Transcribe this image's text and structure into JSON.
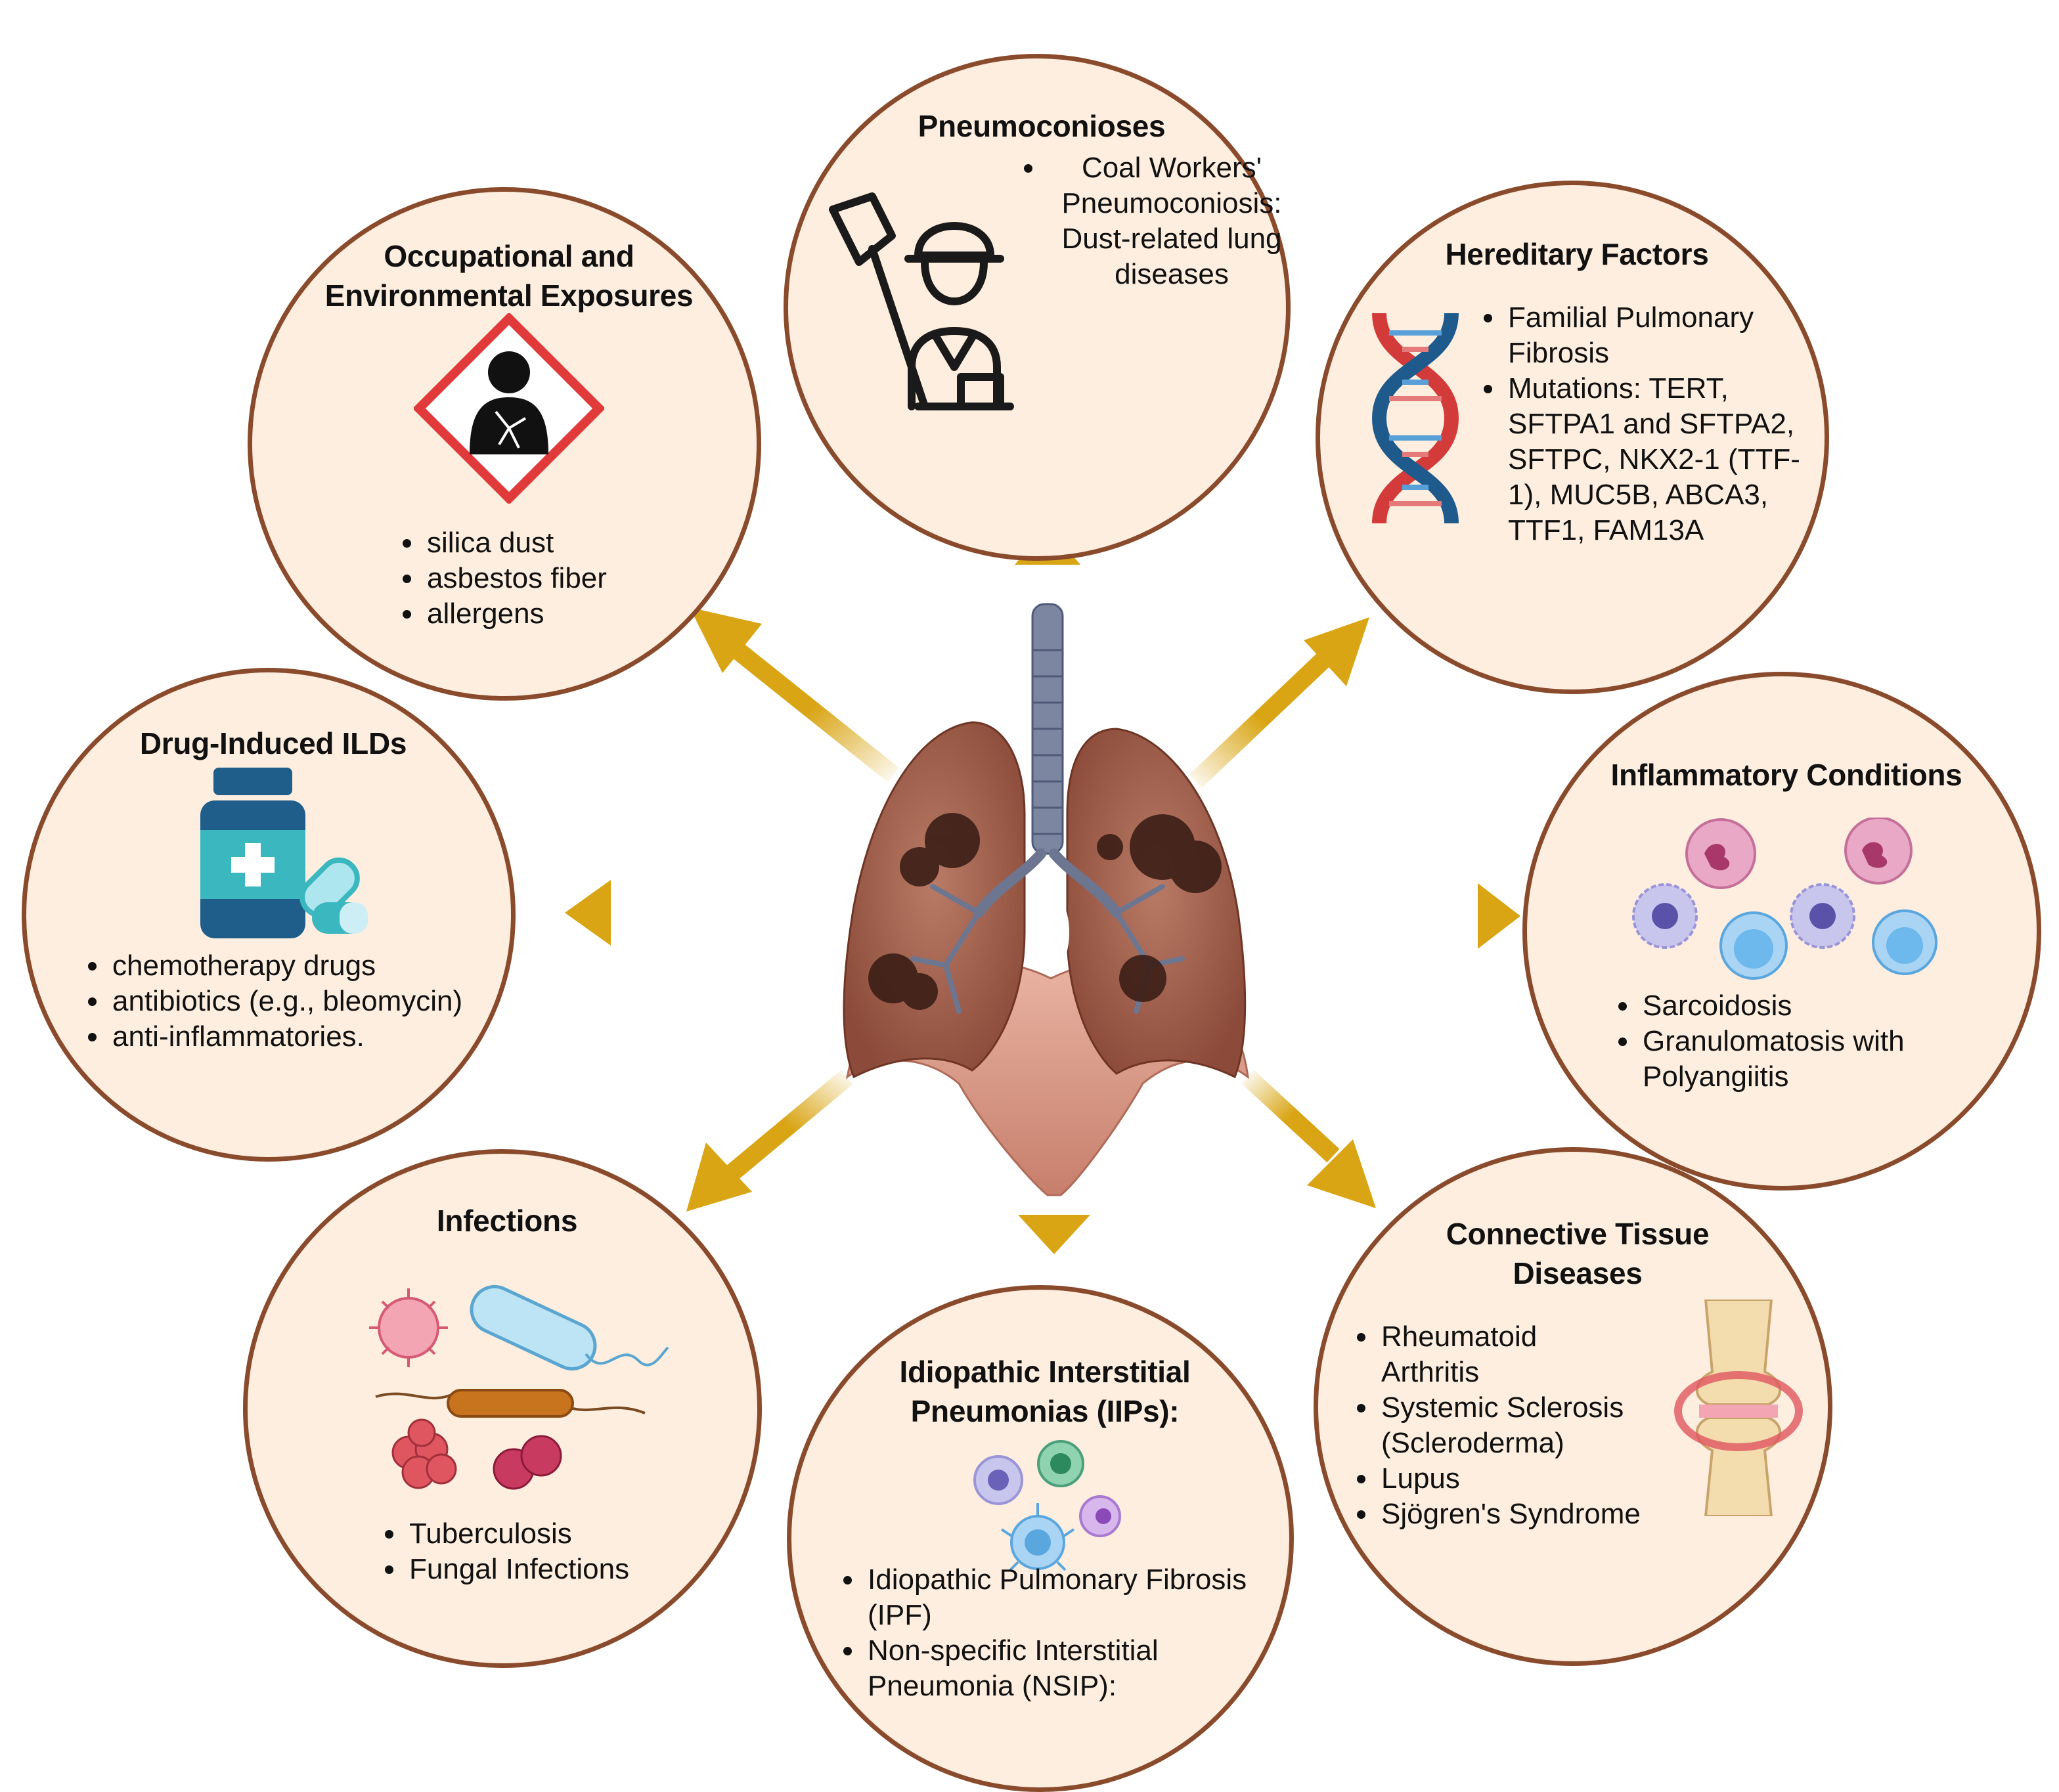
{
  "colors": {
    "circle_fill": "#fdeedf",
    "circle_border": "#8a4a2c",
    "arrow": "#d9a514"
  },
  "center": {
    "icon": "lungs-icon"
  },
  "nodes": {
    "pneumoconioses": {
      "title": "Pneumoconioses",
      "icon": "construction-worker-icon",
      "items": [
        "Coal Workers' Pneumoconiosis: Dust-related lung diseases"
      ]
    },
    "occupational": {
      "title_lines": [
        "Occupational and",
        "Environmental Exposures"
      ],
      "icon": "health-hazard-icon",
      "items": [
        "silica dust",
        "asbestos fiber",
        "allergens"
      ]
    },
    "hereditary": {
      "title": "Hereditary Factors",
      "icon": "dna-icon",
      "items": [
        "Familial Pulmonary Fibrosis",
        "Mutations: TERT, SFTPA1 and SFTPA2, SFTPC, NKX2-1 (TTF-1), MUC5B, ABCA3, TTF1, FAM13A"
      ]
    },
    "drug": {
      "title": "Drug-Induced ILDs",
      "icon": "medicine-bottle-icon",
      "items": [
        "chemotherapy drugs",
        "antibiotics (e.g., bleomycin)",
        "anti-inflammatories."
      ]
    },
    "inflammatory": {
      "title": "Inflammatory Conditions",
      "icon": "immune-cells-icon",
      "items": [
        "Sarcoidosis",
        " Granulomatosis with Polyangiitis"
      ]
    },
    "infections": {
      "title": "Infections",
      "icon": "pathogens-icon",
      "items": [
        "Tuberculosis",
        "Fungal Infections"
      ]
    },
    "iips": {
      "title_lines": [
        "Idiopathic Interstitial",
        "Pneumonias (IIPs):"
      ],
      "icon": "cells-icon",
      "items": [
        "Idiopathic Pulmonary Fibrosis (IPF)",
        "Non-specific Interstitial Pneumonia (NSIP):"
      ]
    },
    "connective": {
      "title_lines": [
        "Connective Tissue",
        "Diseases"
      ],
      "icon": "joint-icon",
      "items": [
        "Rheumatoid Arthritis",
        "Systemic Sclerosis (Scleroderma)",
        "Lupus",
        "Sjögren's Syndrome"
      ]
    }
  }
}
